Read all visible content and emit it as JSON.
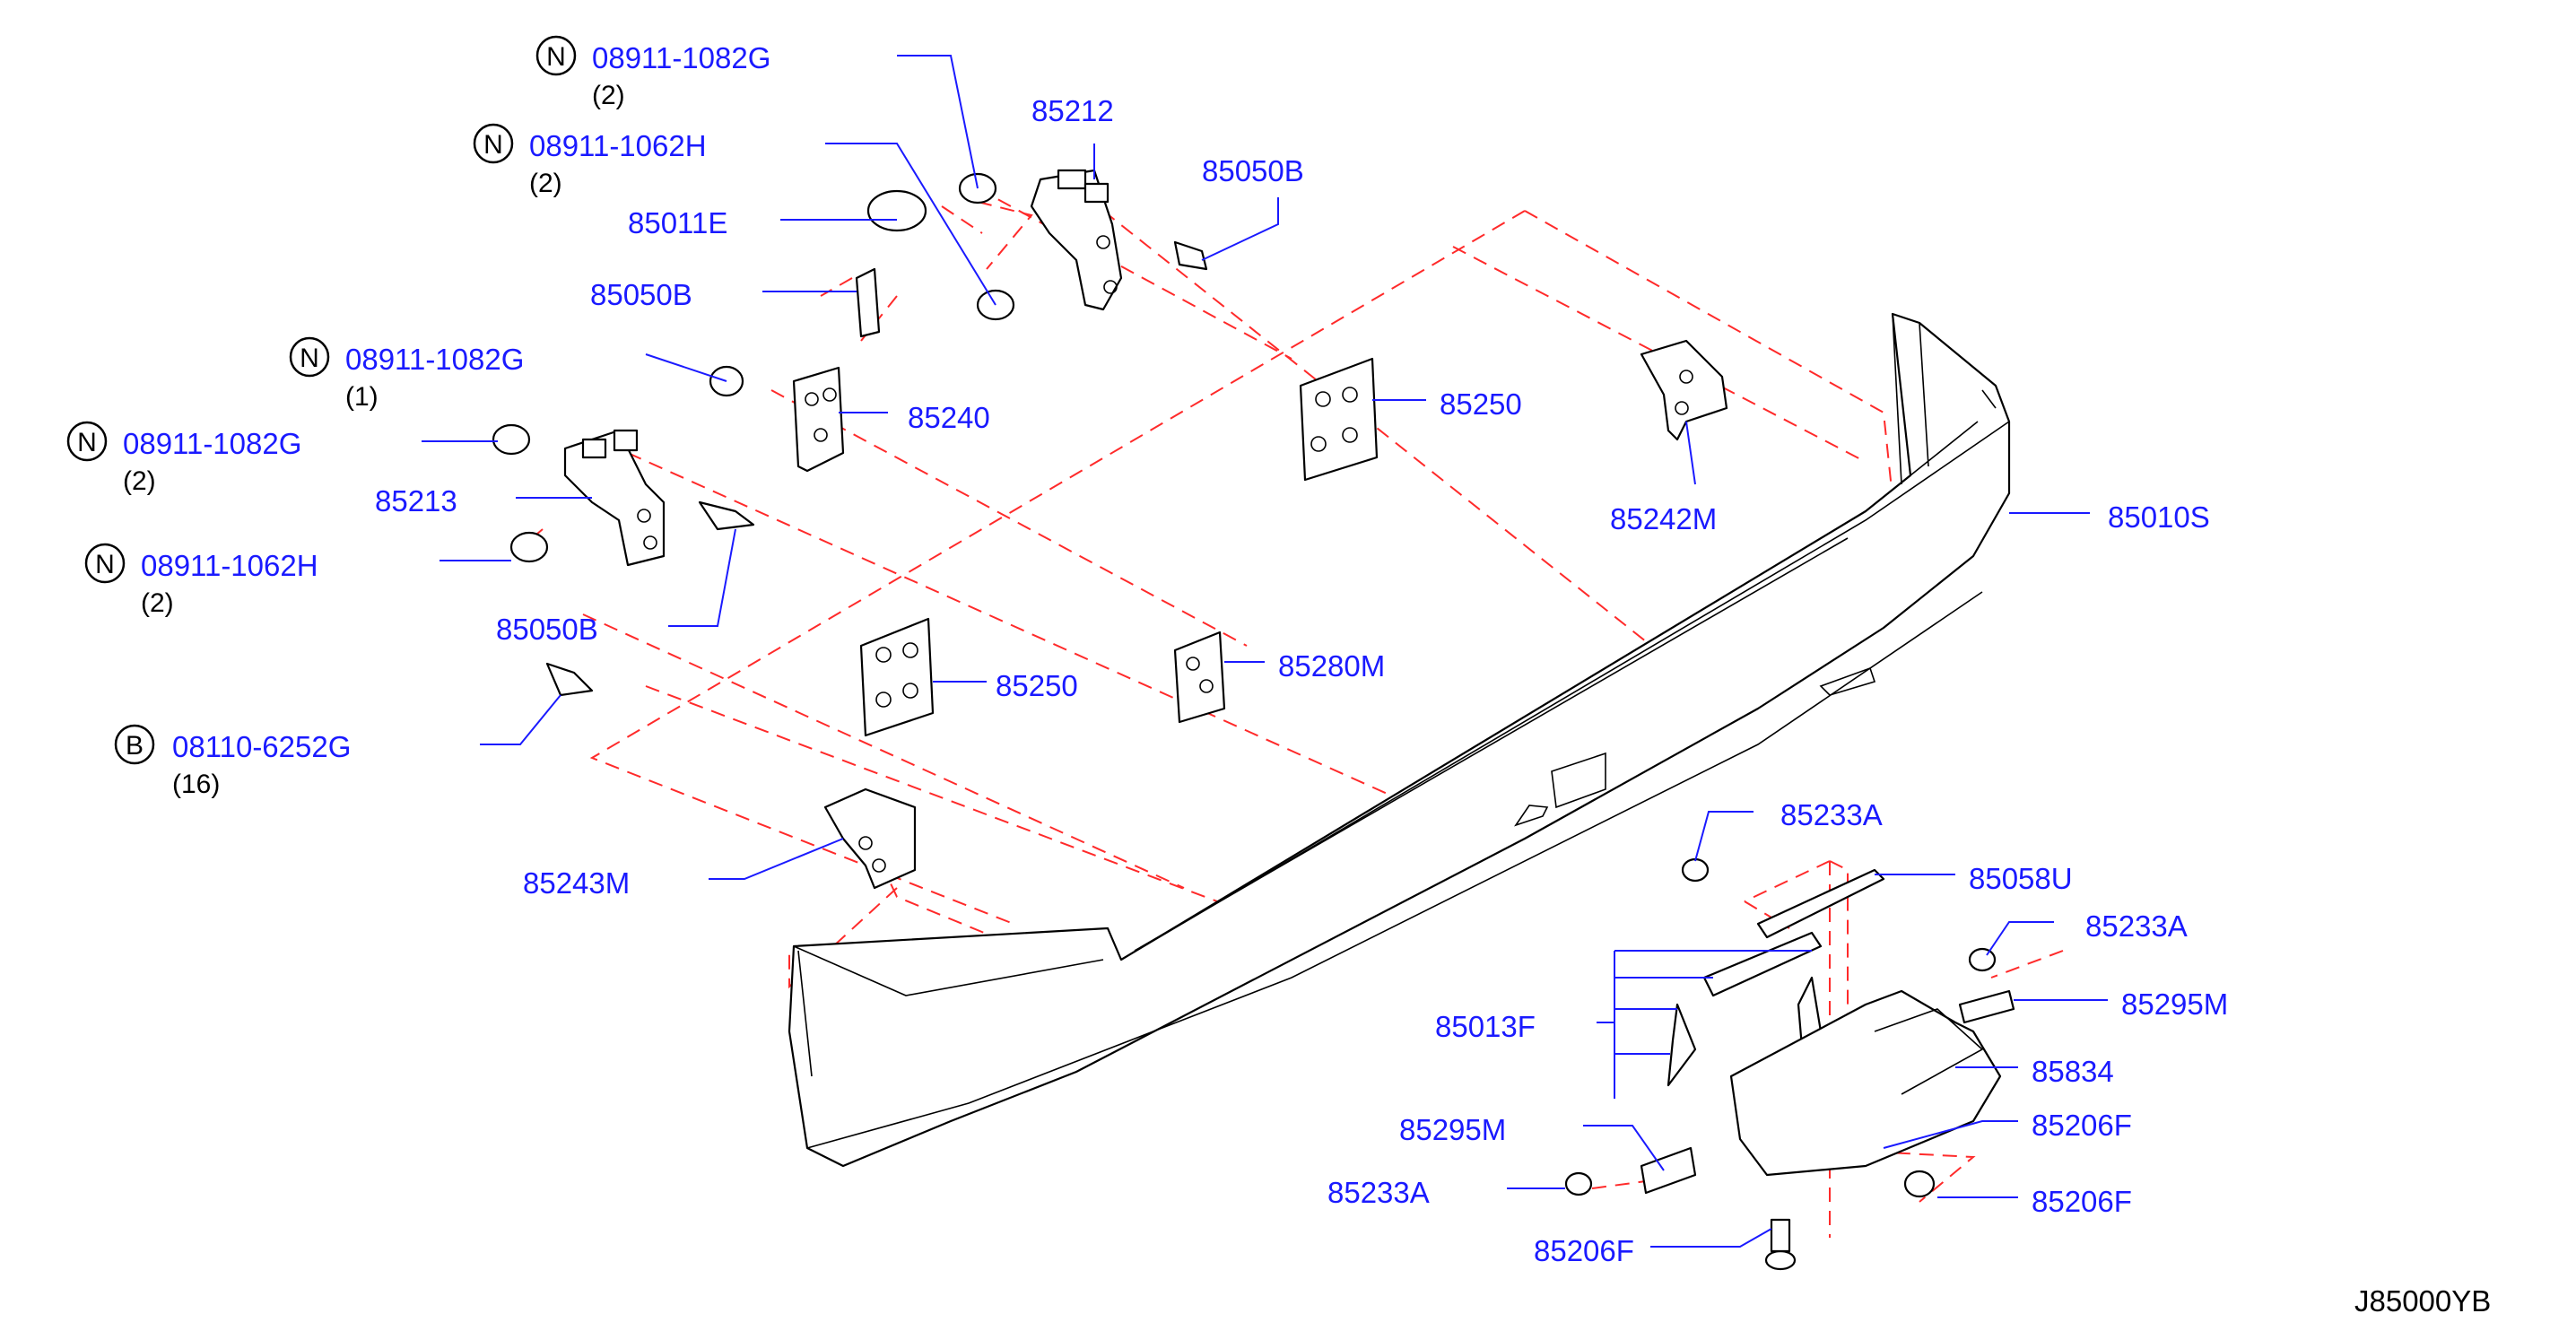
{
  "diagram_code": "J85000YB",
  "parts": [
    {
      "id": "p1",
      "label": "08911-1082G",
      "badge": "N",
      "qty": "(2)"
    },
    {
      "id": "p2",
      "label": "08911-1062H",
      "badge": "N",
      "qty": "(2)"
    },
    {
      "id": "p3",
      "label": "85212"
    },
    {
      "id": "p4",
      "label": "85050B"
    },
    {
      "id": "p5",
      "label": "85011E"
    },
    {
      "id": "p6",
      "label": "85050B"
    },
    {
      "id": "p7",
      "label": "08911-1082G",
      "badge": "N",
      "qty": "(1)"
    },
    {
      "id": "p8",
      "label": "85240"
    },
    {
      "id": "p9",
      "label": "85250"
    },
    {
      "id": "p10",
      "label": "85242M"
    },
    {
      "id": "p11",
      "label": "08911-1082G",
      "badge": "N",
      "qty": "(2)"
    },
    {
      "id": "p12",
      "label": "85213"
    },
    {
      "id": "p13",
      "label": "08911-1062H",
      "badge": "N",
      "qty": "(2)"
    },
    {
      "id": "p14",
      "label": "85050B"
    },
    {
      "id": "p15",
      "label": "85010S"
    },
    {
      "id": "p16",
      "label": "85280M"
    },
    {
      "id": "p17",
      "label": "85250"
    },
    {
      "id": "p18",
      "label": "08110-6252G",
      "badge": "B",
      "qty": "(16)"
    },
    {
      "id": "p19",
      "label": "85243M"
    },
    {
      "id": "p20",
      "label": "85233A"
    },
    {
      "id": "p21",
      "label": "85058U"
    },
    {
      "id": "p22",
      "label": "85233A"
    },
    {
      "id": "p23",
      "label": "85295M"
    },
    {
      "id": "p24",
      "label": "85013F"
    },
    {
      "id": "p25",
      "label": "85834"
    },
    {
      "id": "p26",
      "label": "85295M"
    },
    {
      "id": "p27",
      "label": "85206F"
    },
    {
      "id": "p28",
      "label": "85233A"
    },
    {
      "id": "p29",
      "label": "85206F"
    },
    {
      "id": "p30",
      "label": "85206F"
    }
  ]
}
